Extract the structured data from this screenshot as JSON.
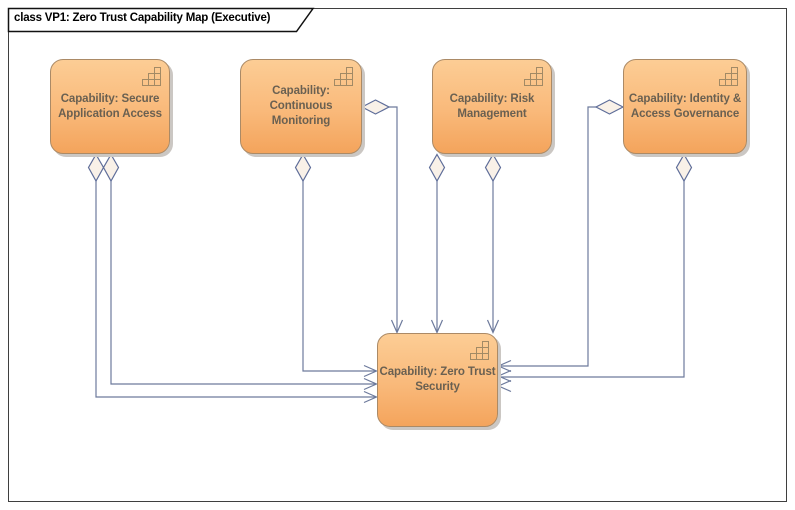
{
  "diagram": {
    "frame_title": "class VP1: Zero Trust Capability Map (Executive)",
    "frame_type": "class diagram frame"
  },
  "nodes": [
    {
      "id": "secure-application-access",
      "icon": "capability-blocks-icon",
      "lines": [
        "Capability: Secure",
        "Application Access"
      ]
    },
    {
      "id": "continuous-monitoring",
      "icon": "capability-blocks-icon",
      "lines": [
        "Capability: Continuous",
        "Monitoring"
      ]
    },
    {
      "id": "risk-management",
      "icon": "capability-blocks-icon",
      "lines": [
        "Capability: Risk",
        "Management"
      ]
    },
    {
      "id": "identity-access-governance",
      "icon": "capability-blocks-icon",
      "lines": [
        "Capability: Identity &",
        "Access Governance"
      ]
    },
    {
      "id": "zero-trust-security",
      "icon": "capability-blocks-icon",
      "lines": [
        "Capability: Zero Trust",
        "Security"
      ]
    }
  ],
  "edges": [
    {
      "source": "secure-application-access",
      "target": "zero-trust-security",
      "type": "aggregation",
      "diamond_at": "source",
      "arrow": "open"
    },
    {
      "source": "secure-application-access",
      "target": "zero-trust-security",
      "type": "aggregation",
      "diamond_at": "source",
      "arrow": "open"
    },
    {
      "source": "continuous-monitoring",
      "target": "zero-trust-security",
      "type": "aggregation",
      "diamond_at": "source",
      "arrow": "open"
    },
    {
      "source": "continuous-monitoring",
      "target": "zero-trust-security",
      "type": "aggregation",
      "diamond_at": "source",
      "arrow": "open"
    },
    {
      "source": "risk-management",
      "target": "zero-trust-security",
      "type": "aggregation",
      "diamond_at": "source",
      "arrow": "open"
    },
    {
      "source": "risk-management",
      "target": "zero-trust-security",
      "type": "aggregation",
      "diamond_at": "source",
      "arrow": "open"
    },
    {
      "source": "identity-access-governance",
      "target": "zero-trust-security",
      "type": "aggregation",
      "diamond_at": "source",
      "arrow": "open"
    },
    {
      "source": "identity-access-governance",
      "target": "zero-trust-security",
      "type": "aggregation",
      "diamond_at": "source",
      "arrow": "open"
    }
  ],
  "colors": {
    "node_fill_top": "#fccd95",
    "node_fill_bottom": "#f4a45c",
    "node_border": "#ab8a66",
    "node_text": "#6a6051",
    "connector": "#6d7a9c",
    "diamond_fill": "#f9f1e8",
    "diamond_stroke": "#5e6d99",
    "frame_border": "#3f3f3f",
    "title_text": "#000000",
    "background": "#ffffff"
  }
}
